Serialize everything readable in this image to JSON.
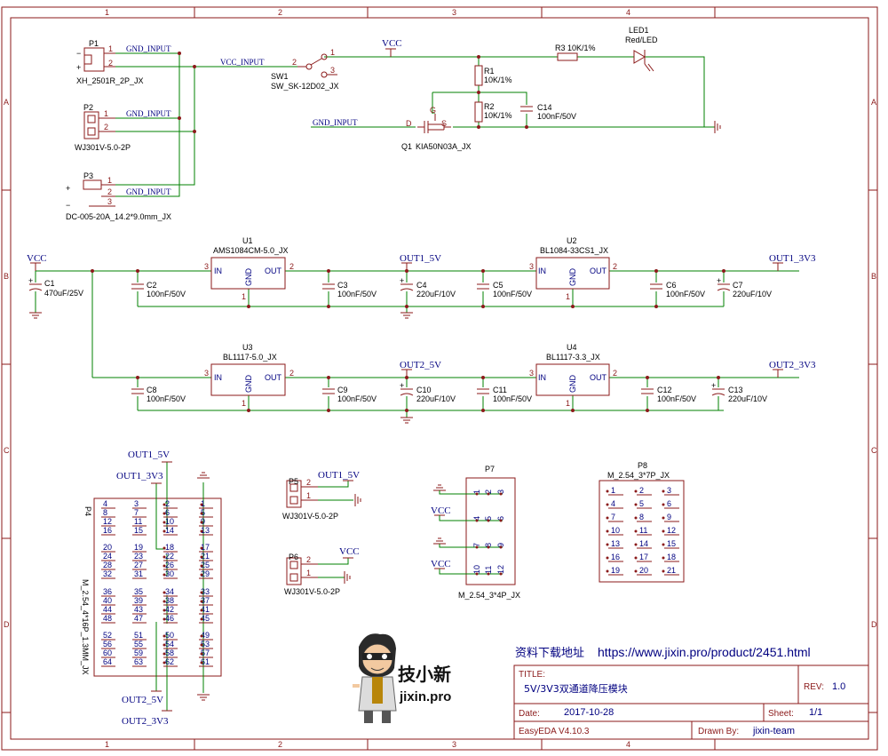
{
  "grid": {
    "columns": [
      "1",
      "2",
      "3",
      "4"
    ],
    "rows": [
      "A",
      "B",
      "C",
      "D"
    ]
  },
  "inputs": {
    "p1": {
      "ref": "P1",
      "value": "XH_2501R_2P_JX",
      "net": "GND_INPUT",
      "vcc_net": "VCC_INPUT",
      "pin1": "1",
      "pin2": "2"
    },
    "p2": {
      "ref": "P2",
      "value": "WJ301V-5.0-2P",
      "net": "GND_INPUT",
      "pin1": "1",
      "pin2": "2"
    },
    "p3": {
      "ref": "P3",
      "value": "DC-005-20A_14.2*9.0mm_JX",
      "net": "GND_INPUT",
      "pin1": "1",
      "pin2": "2",
      "pin3": "3"
    },
    "sw1": {
      "ref": "SW1",
      "value": "SW_SK-12D02_JX",
      "pin1": "1",
      "pin2": "2",
      "pin3": "3"
    },
    "vcc": "VCC",
    "gnd_input": "GND_INPUT",
    "r1": {
      "ref": "R1",
      "value": "10K/1%"
    },
    "r2": {
      "ref": "R2",
      "value": "10K/1%"
    },
    "r3": {
      "ref": "R3 10K/1%"
    },
    "c14": {
      "ref": "C14",
      "value": "100nF/50V"
    },
    "led1": {
      "ref": "LED1",
      "value": "Red/LED"
    },
    "q1": {
      "ref": "Q1",
      "value": "KIA50N03A_JX",
      "d": "D",
      "g": "G",
      "s": "S"
    }
  },
  "regulators": {
    "vcc": "VCC",
    "out1_5v": "OUT1_5V",
    "out1_3v3": "OUT1_3V3",
    "out2_5v": "OUT2_5V",
    "out2_3v3": "OUT2_3V3",
    "u1": {
      "ref": "U1",
      "value": "AMS1084CM-5.0_JX",
      "in": "IN",
      "out": "OUT",
      "gnd": "GND"
    },
    "u2": {
      "ref": "U2",
      "value": "BL1084-33CS1_JX",
      "in": "IN",
      "out": "OUT",
      "gnd": "GND"
    },
    "u3": {
      "ref": "U3",
      "value": "BL1117-5.0_JX",
      "in": "IN",
      "out": "OUT",
      "gnd": "GND"
    },
    "u4": {
      "ref": "U4",
      "value": "BL1117-3.3_JX",
      "in": "IN",
      "out": "OUT",
      "gnd": "GND"
    },
    "caps": [
      {
        "ref": "C1",
        "value": "470uF/25V"
      },
      {
        "ref": "C2",
        "value": "100nF/50V"
      },
      {
        "ref": "C3",
        "value": "100nF/50V"
      },
      {
        "ref": "C4",
        "value": "220uF/10V"
      },
      {
        "ref": "C5",
        "value": "100nF/50V"
      },
      {
        "ref": "C6",
        "value": "100nF/50V"
      },
      {
        "ref": "C7",
        "value": "220uF/10V"
      },
      {
        "ref": "C8",
        "value": "100nF/50V"
      },
      {
        "ref": "C9",
        "value": "100nF/50V"
      },
      {
        "ref": "C10",
        "value": "220uF/10V"
      },
      {
        "ref": "C11",
        "value": "100nF/50V"
      },
      {
        "ref": "C12",
        "value": "100nF/50V"
      },
      {
        "ref": "C13",
        "value": "220uF/10V"
      }
    ]
  },
  "p4": {
    "ref": "P4",
    "value": "M_2.54_4*16P_1.3MM_JX",
    "net_top1": "OUT1_5V",
    "net_top2": "OUT1_3V3",
    "net_bot1": "OUT2_5V",
    "net_bot2": "OUT2_3V3",
    "rows": [
      [
        "4",
        "3",
        "2",
        "1"
      ],
      [
        "8",
        "7",
        "6",
        "5"
      ],
      [
        "12",
        "11",
        "10",
        "9"
      ],
      [
        "16",
        "15",
        "14",
        "13"
      ],
      [
        "20",
        "19",
        "18",
        "17"
      ],
      [
        "24",
        "23",
        "22",
        "21"
      ],
      [
        "28",
        "27",
        "26",
        "25"
      ],
      [
        "32",
        "31",
        "30",
        "29"
      ],
      [
        "36",
        "35",
        "34",
        "33"
      ],
      [
        "40",
        "39",
        "38",
        "37"
      ],
      [
        "44",
        "43",
        "42",
        "41"
      ],
      [
        "48",
        "47",
        "46",
        "45"
      ],
      [
        "52",
        "51",
        "50",
        "49"
      ],
      [
        "56",
        "55",
        "54",
        "53"
      ],
      [
        "60",
        "59",
        "58",
        "57"
      ],
      [
        "64",
        "63",
        "62",
        "61"
      ]
    ]
  },
  "p5": {
    "ref": "P5",
    "value": "WJ301V-5.0-2P",
    "net": "OUT1_5V",
    "pin1": "1",
    "pin2": "2"
  },
  "p6": {
    "ref": "P6",
    "value": "WJ301V-5.0-2P",
    "net": "VCC",
    "pin1": "1",
    "pin2": "2"
  },
  "p7": {
    "ref": "P7",
    "value": "M_2.54_3*4P_JX",
    "vcc1": "VCC",
    "vcc2": "VCC",
    "rows": [
      [
        "1",
        "2",
        "3"
      ],
      [
        "4",
        "5",
        "6"
      ],
      [
        "7",
        "8",
        "9"
      ],
      [
        "10",
        "11",
        "12"
      ]
    ]
  },
  "p8": {
    "ref": "P8",
    "value": "M_2.54_3*7P_JX",
    "rows": [
      [
        "1",
        "2",
        "3"
      ],
      [
        "4",
        "5",
        "6"
      ],
      [
        "7",
        "8",
        "9"
      ],
      [
        "10",
        "11",
        "12"
      ],
      [
        "13",
        "14",
        "15"
      ],
      [
        "16",
        "17",
        "18"
      ],
      [
        "19",
        "20",
        "21"
      ]
    ]
  },
  "logo": {
    "brand": "技小新",
    "site": "jixin.pro"
  },
  "download": {
    "label": "资料下载地址",
    "url": "https://www.jixin.pro/product/2451.html"
  },
  "title_block": {
    "title_label": "TITLE:",
    "title": "5V/3V3双通道降压模块",
    "rev_label": "REV:",
    "rev": "1.0",
    "date_label": "Date:",
    "date": "2017-10-28",
    "sheet_label": "Sheet:",
    "sheet": "1/1",
    "tool": "EasyEDA V4.10.3",
    "drawn_label": "Drawn By:",
    "drawn": "jixin-team"
  }
}
